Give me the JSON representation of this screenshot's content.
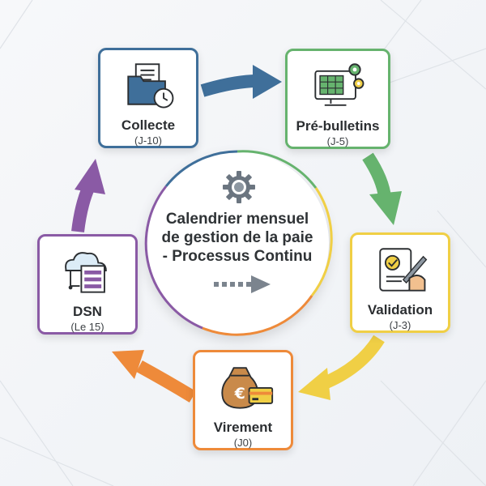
{
  "center": {
    "title_line1": "Calendrier mensuel",
    "title_line2": "de gestion de la paie",
    "title_line3": "- Processus Continu",
    "icon": "gear-icon"
  },
  "steps": [
    {
      "name": "Collecte",
      "when": "(J-10)",
      "color": "#3f6f9a",
      "icon": "folder-clock-icon"
    },
    {
      "name": "Pré-bulletins",
      "when": "(J-5)",
      "color": "#66b36e",
      "icon": "monitor-spreadsheet-icon"
    },
    {
      "name": "Validation",
      "when": "(J-3)",
      "color": "#f0cf45",
      "icon": "tablet-sign-icon"
    },
    {
      "name": "Virement",
      "when": "(J0)",
      "color": "#ee8a3a",
      "icon": "money-card-icon"
    },
    {
      "name": "DSN",
      "when": "(Le 15)",
      "color": "#8a5aa5",
      "icon": "cloud-document-icon"
    }
  ]
}
